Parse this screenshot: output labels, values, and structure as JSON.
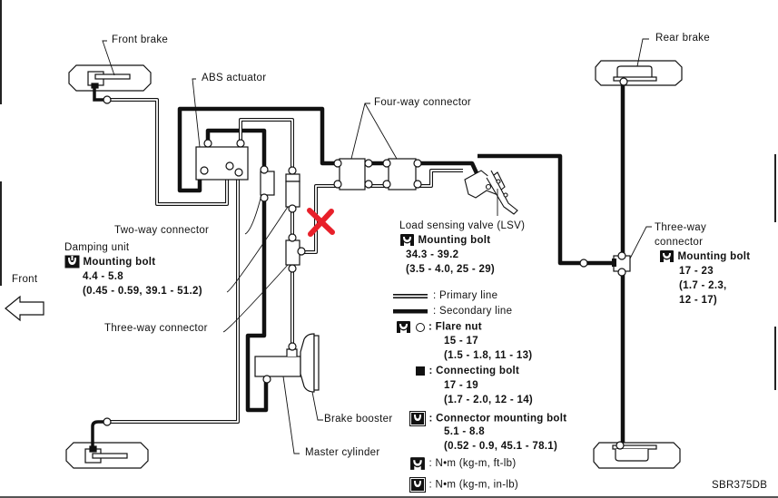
{
  "figure_id": "SBR375DB",
  "labels": {
    "front_brake": "Front brake",
    "rear_brake": "Rear brake",
    "abs_actuator": "ABS actuator",
    "four_way_connector": "Four-way connector",
    "two_way_connector": "Two-way connector",
    "three_way_connector_front": "Three-way connector",
    "brake_booster": "Brake booster",
    "master_cylinder": "Master cylinder",
    "front_arrow": "Front"
  },
  "damping_unit": {
    "title": "Damping unit",
    "bolt": "Mounting bolt",
    "range": "4.4 - 5.8",
    "detail": "(0.45 - 0.59, 39.1 - 51.2)"
  },
  "lsv": {
    "title": "Load sensing valve (LSV)",
    "bolt": "Mounting bolt",
    "range": "34.3 - 39.2",
    "detail": "(3.5 - 4.0, 25 - 29)"
  },
  "rear_three_way": {
    "title_1": "Three-way",
    "title_2": "connector",
    "bolt": "Mounting bolt",
    "range": "17 - 23",
    "detail_1": "(1.7 - 2.3,",
    "detail_2": "12 - 17)"
  },
  "legend": {
    "primary": ": Primary line",
    "secondary": ": Secondary line",
    "flare_nut": ": Flare nut",
    "flare_range": "15 - 17",
    "flare_detail": "(1.5 - 1.8, 11 - 13)",
    "connecting_bolt": ": Connecting bolt",
    "connecting_range": "17 - 19",
    "connecting_detail": "(1.7 - 2.0, 12 - 14)",
    "connector_mounting_bolt": ": Connector mounting bolt",
    "cmb_range": "5.1 - 8.8",
    "cmb_detail": "(0.52 - 0.9, 45.1 - 78.1)",
    "unit_ftlb": ": N•m (kg-m, ft-lb)",
    "unit_inlb": ": N•m (kg-m, in-lb)"
  },
  "colors": {
    "ink": "#111111",
    "mark_red": "#e8202a"
  }
}
